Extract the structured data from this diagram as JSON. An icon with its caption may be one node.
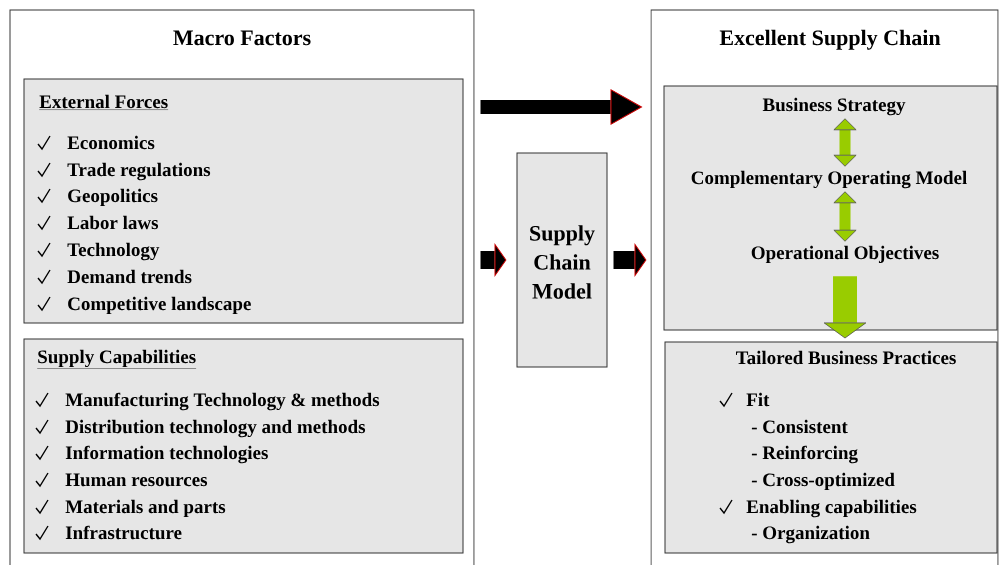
{
  "diagram": {
    "nodes": [
      {
        "text": [
          "Macro Factors"
        ]
      },
      {
        "text": [
          "External  Forces",
          "Economics",
          "Trade regulations",
          "Geopolitics",
          "Labor laws",
          "Technology",
          "Demand trends",
          "Competitive landscape"
        ],
        "in": 0
      },
      {
        "text": [
          "Supply Capabilities",
          "Manufacturing Technology & methods",
          "Distribution technology and methods",
          "Information technologies",
          "Human resources",
          "Materials and parts",
          "Infrastructure"
        ],
        "in": 0
      },
      {
        "text": [
          "Supply Chain Model"
        ]
      },
      {
        "text": [
          "Excellent Supply Chain"
        ]
      },
      {
        "text": [],
        "shape": "box",
        "in": 4
      },
      {
        "text": [
          "Business  Strategy"
        ],
        "in": 5
      },
      {
        "text": [
          "Complementary Operating Model"
        ],
        "in": 5
      },
      {
        "text": [
          "Operational Objectives"
        ],
        "in": 5
      },
      {
        "text": [
          "Tailored Business Practices",
          "Fit",
          "- Consistent",
          "- Reinforcing",
          "- Cross-optimized",
          "Enabling capabilities",
          "- Organization"
        ],
        "in": 4
      }
    ],
    "edges": [
      {
        "from": 0,
        "to": 4,
        "arrow": "to"
      },
      {
        "from": 0,
        "to": 3,
        "arrow": "to"
      },
      {
        "from": 3,
        "to": 4,
        "arrow": "to"
      },
      {
        "from": 6,
        "to": 7,
        "arrow": "both",
        "color": "#99cc00"
      },
      {
        "from": 7,
        "to": 8,
        "arrow": "both",
        "color": "#99cc00"
      },
      {
        "from": 8,
        "to": 9,
        "arrow": "to",
        "color": "#99cc00"
      }
    ]
  }
}
